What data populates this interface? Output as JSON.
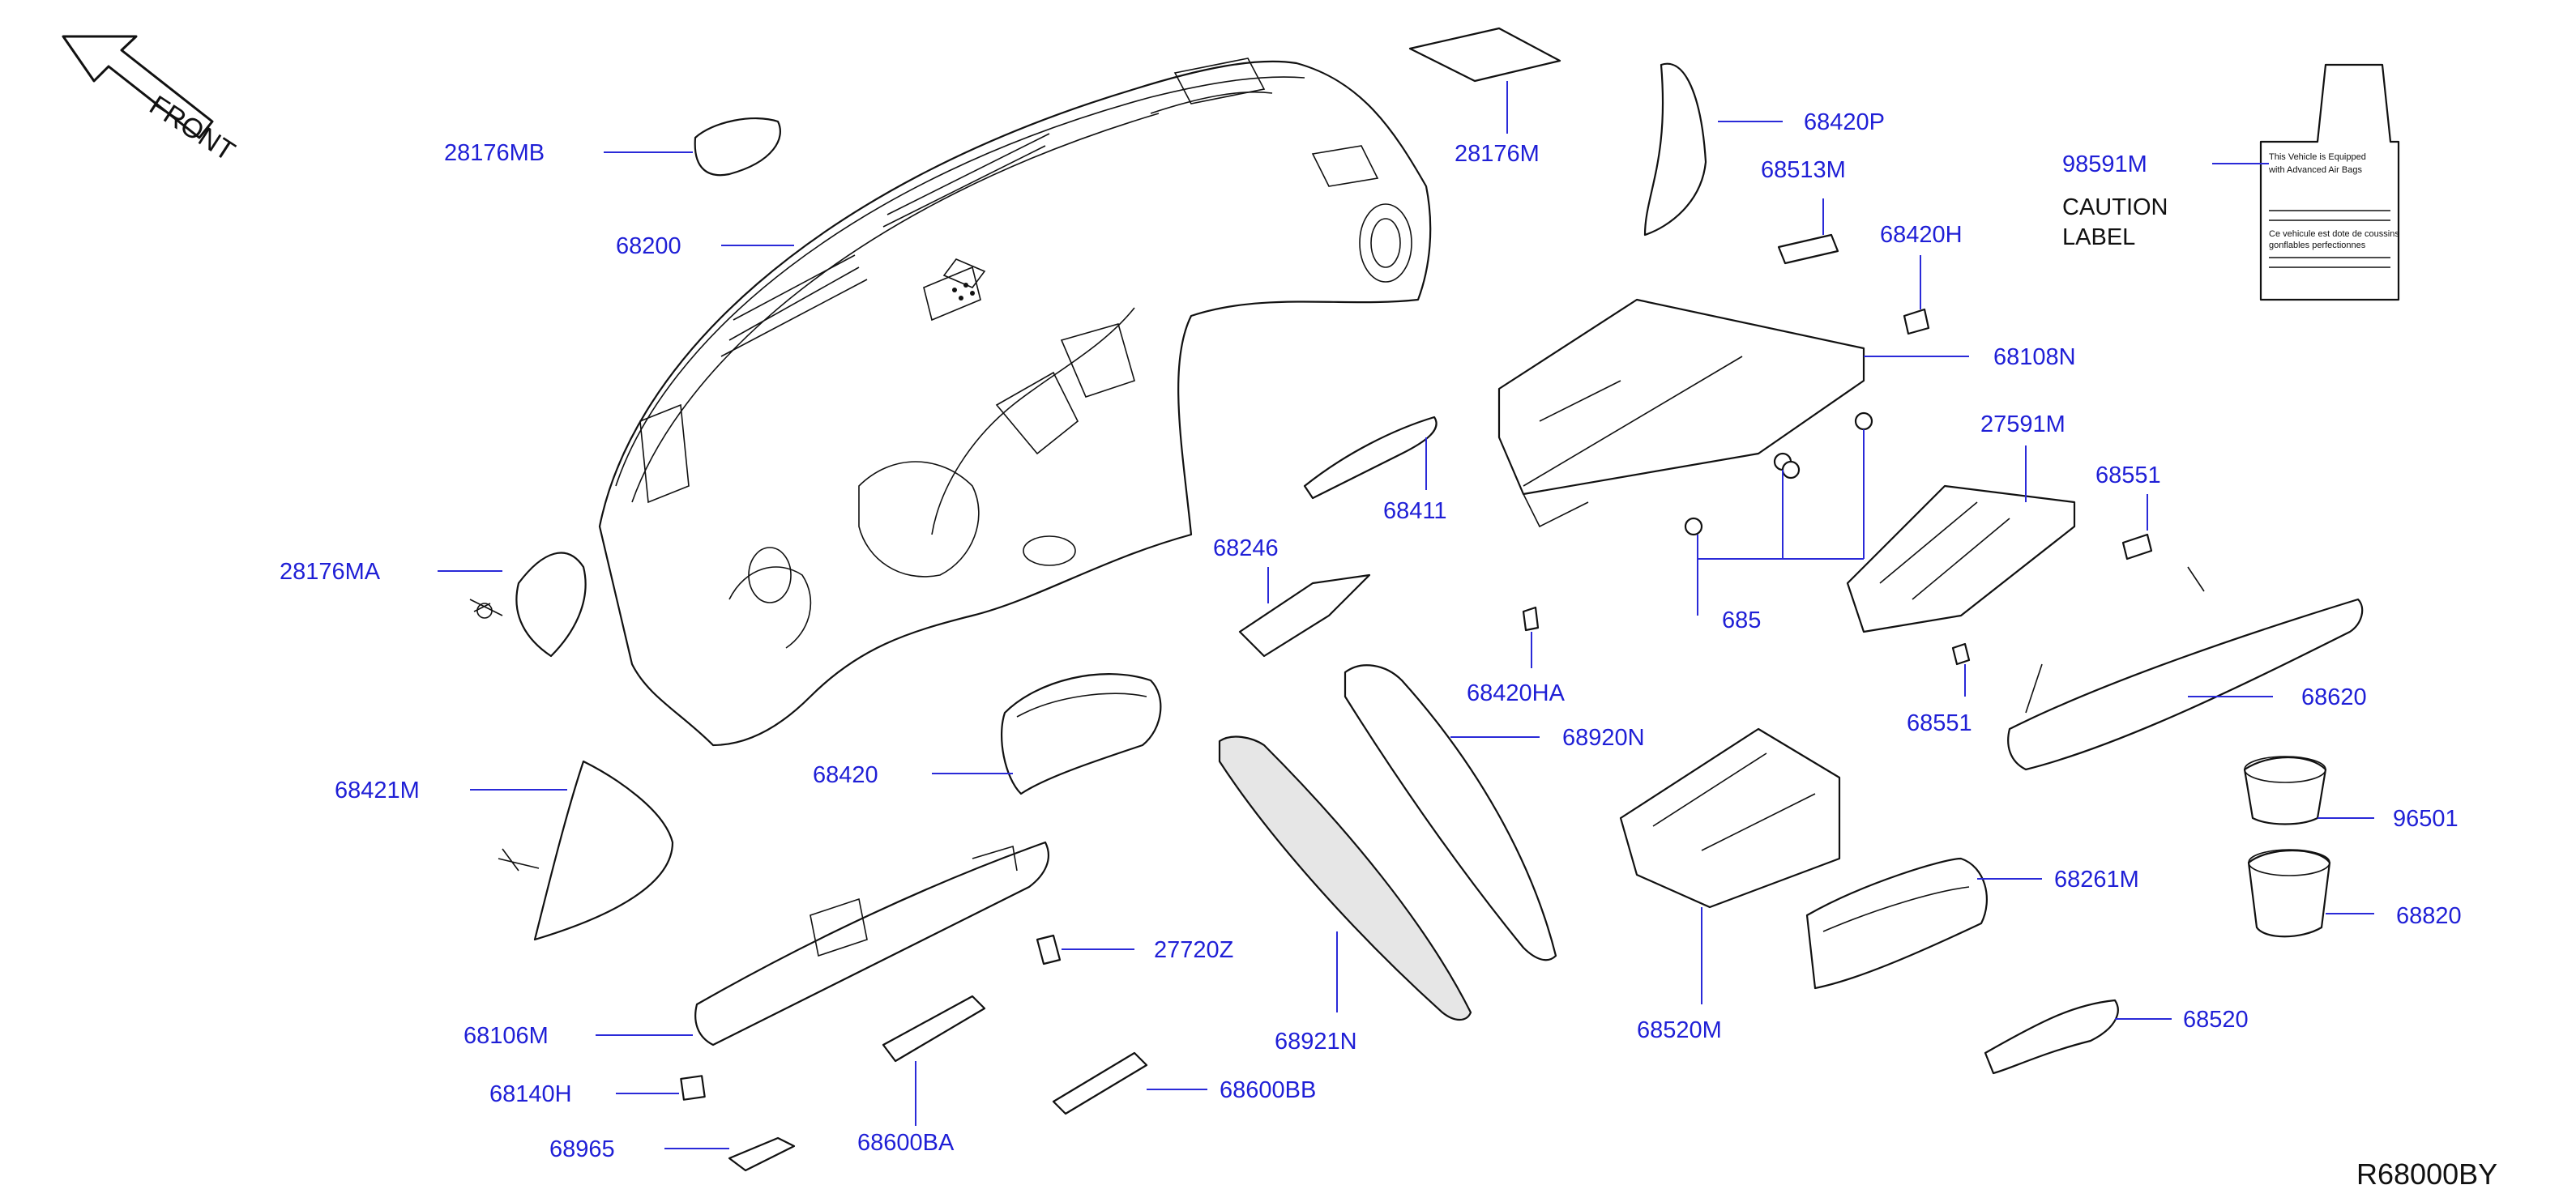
{
  "orientation": {
    "arrow_label": "FRONT"
  },
  "callouts": [
    {
      "id": "c-28176mb",
      "label": "28176MB"
    },
    {
      "id": "c-68200",
      "label": "68200"
    },
    {
      "id": "c-28176ma",
      "label": "28176MA"
    },
    {
      "id": "c-68421m",
      "label": "68421M"
    },
    {
      "id": "c-68106m",
      "label": "68106M"
    },
    {
      "id": "c-68140h",
      "label": "68140H"
    },
    {
      "id": "c-68965",
      "label": "68965"
    },
    {
      "id": "c-68420",
      "label": "68420"
    },
    {
      "id": "c-68600ba",
      "label": "68600BA"
    },
    {
      "id": "c-27720z",
      "label": "27720Z"
    },
    {
      "id": "c-68600bb",
      "label": "68600BB"
    },
    {
      "id": "c-28176m",
      "label": "28176M"
    },
    {
      "id": "c-68246",
      "label": "68246"
    },
    {
      "id": "c-68411",
      "label": "68411"
    },
    {
      "id": "c-68420ha",
      "label": "68420HA"
    },
    {
      "id": "c-68920n",
      "label": "68920N"
    },
    {
      "id": "c-68921n",
      "label": "68921N"
    },
    {
      "id": "c-68420p",
      "label": "68420P"
    },
    {
      "id": "c-68513m",
      "label": "68513M"
    },
    {
      "id": "c-68420h",
      "label": "68420H"
    },
    {
      "id": "c-68108n",
      "label": "68108N"
    },
    {
      "id": "c-27591m",
      "label": "27591M"
    },
    {
      "id": "c-68551a",
      "label": "68551"
    },
    {
      "id": "c-68551b",
      "label": "68551"
    },
    {
      "id": "c-685x",
      "label": "685"
    },
    {
      "id": "c-68620",
      "label": "68620"
    },
    {
      "id": "c-96501",
      "label": "96501"
    },
    {
      "id": "c-68820",
      "label": "68820"
    },
    {
      "id": "c-68261m",
      "label": "68261M"
    },
    {
      "id": "c-68520m",
      "label": "68520M"
    },
    {
      "id": "c-68520",
      "label": "68520"
    },
    {
      "id": "c-98591m",
      "label": "98591M"
    }
  ],
  "caution_label": {
    "title_line1": "CAUTION",
    "title_line2": "LABEL",
    "en_line1": "This   Vehicle   is   Equipped",
    "en_line2": "with   Advanced   Air   Bags",
    "fr_line1": "Ce   vehicule   est   dote   de   coussins",
    "fr_line2": "gonflables   perfectionnes"
  },
  "diagram_code": "R68000BY"
}
